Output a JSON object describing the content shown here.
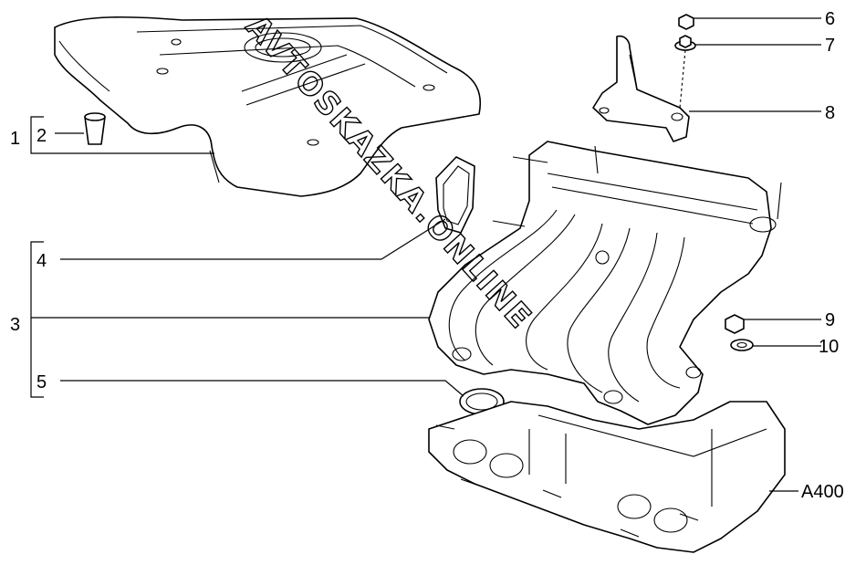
{
  "labels": {
    "l1": "1",
    "l2": "2",
    "l3": "3",
    "l4": "4",
    "l5": "5",
    "l6": "6",
    "l7": "7",
    "l8": "8",
    "l9": "9",
    "l10": "10",
    "a400": "A400"
  },
  "watermark": "AVTOSKAZKA.ONLINE"
}
